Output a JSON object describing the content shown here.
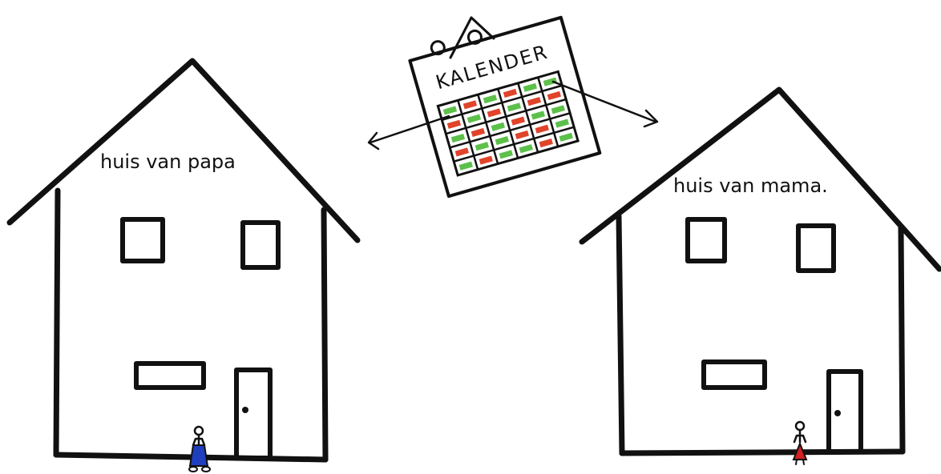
{
  "labels": {
    "calendar_title": "KALENDER",
    "house_left": "huis van papa",
    "house_right": "huis van mama."
  },
  "calendar": {
    "rows": 5,
    "cols": 6,
    "cell_pattern": [
      [
        "green",
        "red",
        "green",
        "red",
        "green",
        "green"
      ],
      [
        "red",
        "green",
        "red",
        "green",
        "red",
        "red"
      ],
      [
        "green",
        "red",
        "green",
        "red",
        "green",
        "green"
      ],
      [
        "red",
        "green",
        "green",
        "red",
        "red",
        "green"
      ],
      [
        "green",
        "red",
        "green",
        "green",
        "red",
        "green"
      ]
    ]
  },
  "colors": {
    "ink": "#111111",
    "calendar_green": "#5cc04a",
    "calendar_red": "#e0442a",
    "papa_child": "#1f3fbf",
    "mama_child": "#d42020"
  }
}
